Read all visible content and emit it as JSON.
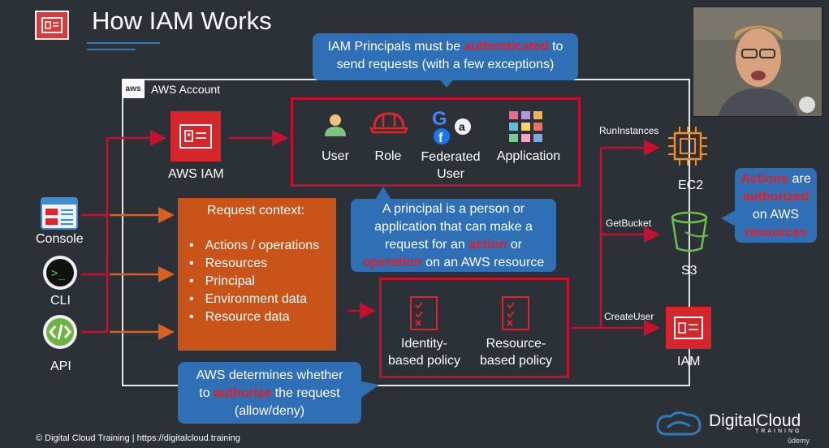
{
  "title": "How IAM Works",
  "account_label": "AWS Account",
  "aws_logo_text": "aws",
  "top_callout": {
    "line1_pre": "IAM Principals must be ",
    "line1_highlight": "authenticated",
    "line1_post": " to",
    "line2": "send requests (with a few exceptions)"
  },
  "aws_iam_label": "AWS IAM",
  "principals": [
    {
      "label": "User",
      "icon": "user-icon"
    },
    {
      "label": "Role",
      "icon": "role-hardhat-icon"
    },
    {
      "label": "Federated\nUser",
      "icon": "federated-logos-icon"
    },
    {
      "label": "Application",
      "icon": "application-grid-icon"
    }
  ],
  "federated_line1": "Federated",
  "federated_line2": "User",
  "request_context": {
    "title": "Request context:",
    "items": [
      "Actions / operations",
      "Resources",
      "Principal",
      "Environment data",
      "Resource data"
    ]
  },
  "principal_callout": {
    "line1": "A principal is a person or",
    "line2": "application that can make a",
    "line3_pre": "request for an ",
    "line3_highlight": "action",
    "line3_post": " or",
    "line4_highlight": "operation",
    "line4_post": " on an AWS resource"
  },
  "sources": [
    {
      "label": "Console",
      "icon": "console-window-icon"
    },
    {
      "label": "CLI",
      "icon": "cli-terminal-icon"
    },
    {
      "label": "API",
      "icon": "api-code-icon"
    }
  ],
  "policies": [
    {
      "line1": "Identity-",
      "line2": "based policy",
      "icon": "checklist-icon"
    },
    {
      "line1": "Resource-",
      "line2": "based policy",
      "icon": "checklist-icon"
    }
  ],
  "determine_callout": {
    "line1": "AWS determines whether",
    "line2_pre": "to ",
    "line2_highlight": "authorize",
    "line2_post": " the request",
    "line3": "(allow/deny)"
  },
  "actions": [
    {
      "action": "RunInstances",
      "service": "EC2",
      "icon": "ec2-chip-icon"
    },
    {
      "action": "GetBucket",
      "service": "S3",
      "icon": "s3-bucket-icon"
    },
    {
      "action": "CreateUser",
      "service": "IAM",
      "icon": "iam-icon"
    }
  ],
  "authorized_callout": {
    "line1_highlight": "Actions",
    "line1_post": " are",
    "line2_highlight": "authorized",
    "line3": "on AWS",
    "line4_highlight": "resources"
  },
  "footer": "© Digital Cloud Training  |  https://digitalcloud.training",
  "brand": {
    "name": "DigitalCloud",
    "sub": "TRAINING",
    "udemy": "ûdemy"
  },
  "colors": {
    "accent_red": "#e31e24",
    "callout_blue": "#2f6fb5",
    "context_orange": "#c8541a",
    "arrow_red": "#c8102e",
    "arrow_orange": "#d9601f",
    "background": "#2c3138"
  }
}
